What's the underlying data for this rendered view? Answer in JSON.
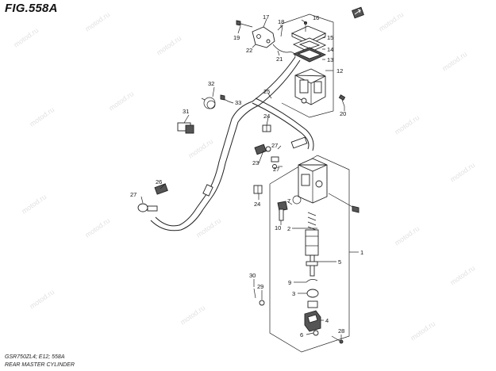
{
  "figure_title": "FIG.558A",
  "footer_code": "GSR750ZL4; E12; 558A",
  "footer_caption": "REAR MASTER CYLINDER",
  "watermark": "motod.ru",
  "callouts": {
    "c1": "1",
    "c2": "2",
    "c3": "3",
    "c4": "4",
    "c5": "5",
    "c6": "6",
    "c7": "7",
    "c9": "9",
    "c10": "10",
    "c12": "12",
    "c13": "13",
    "c14": "14",
    "c15": "15",
    "c16": "16",
    "c17": "17",
    "c18": "18",
    "c19": "19",
    "c20": "20",
    "c21": "21",
    "c22": "22",
    "c23": "23",
    "c24a": "24",
    "c24b": "24",
    "c25": "25",
    "c26": "26",
    "c27a": "27",
    "c27b": "27",
    "c27c": "27",
    "c28": "28",
    "c29": "29",
    "c30": "30",
    "c31": "31",
    "c32": "32",
    "c33": "33"
  }
}
